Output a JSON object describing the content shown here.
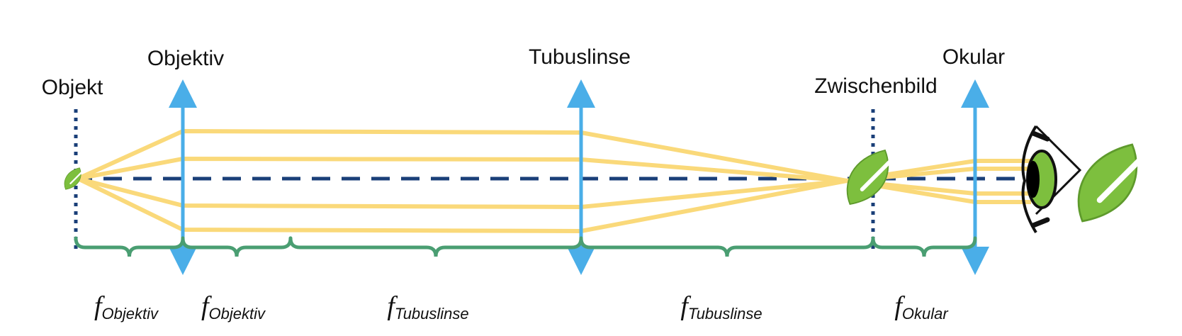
{
  "labels": {
    "objekt": "Objekt",
    "objektiv": "Objektiv",
    "tubuslinse": "Tubuslinse",
    "zwischenbild": "Zwischenbild",
    "okular": "Okular"
  },
  "distances": [
    {
      "symbol": "f",
      "subscript": "Objektiv"
    },
    {
      "symbol": "f",
      "subscript": "Objektiv"
    },
    {
      "symbol": "f",
      "subscript": "Tubuslinse"
    },
    {
      "symbol": "f",
      "subscript": "Tubuslinse"
    },
    {
      "symbol": "f",
      "subscript": "Okular"
    }
  ],
  "colors": {
    "lens": "#4aaee8",
    "ray": "#fad97a",
    "axis": "#1a3f78",
    "brace": "#4a9e72",
    "leaf": "#7dbf3e",
    "eye_outline": "#111111"
  },
  "icons": {
    "object": "leaf-icon",
    "intermediate_image": "leaf-icon",
    "final_image": "leaf-icon",
    "observer": "eye-icon"
  }
}
